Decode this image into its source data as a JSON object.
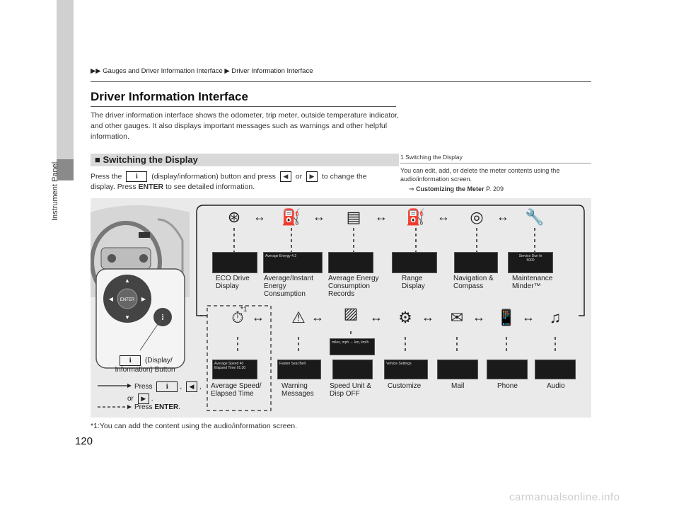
{
  "breadcrumb": {
    "part1": "Gauges and Driver Information Interface",
    "part2": "Driver Information Interface"
  },
  "side_label": "Instrument Panel",
  "page_title": "Driver Information Interface",
  "intro": "The driver information interface shows the odometer, trip meter, outside temperature indicator, and other gauges. It also displays important messages such as warnings and other helpful information.",
  "section": {
    "heading": "Switching the Display",
    "instr_a": "Press the",
    "instr_b": "(display/information) button and press",
    "instr_c": "or",
    "instr_d": "to change the",
    "instr_e": "display. Press",
    "instr_enter": "ENTER",
    "instr_f": "to see detailed information."
  },
  "note": {
    "title": "Switching the Display",
    "text": "You can edit, add, or delete the meter contents using the audio/information screen.",
    "ref_title": "Customizing the Meter",
    "ref_page": "P. 209"
  },
  "diagram": {
    "top_items": [
      {
        "label": "ECO Drive Display",
        "icon": "steering-wheel-icon"
      },
      {
        "label": "Average/Instant Energy Consumption",
        "icon": "fuel-pump-plug-icon"
      },
      {
        "label": "Average Energy Consumption Records",
        "icon": "bar-chart-icon"
      },
      {
        "label": "Range Display",
        "icon": "fuel-pump-icon"
      },
      {
        "label": "Navigation & Compass",
        "icon": "compass-icon"
      },
      {
        "label": "Maintenance Minder™",
        "icon": "wrench-icon"
      }
    ],
    "bottom_items": [
      {
        "label": "Average Speed/ Elapsed Time",
        "icon": "speed-time-icon"
      },
      {
        "label": "Warning Messages",
        "icon": "warning-icon"
      },
      {
        "label": "Speed Unit & Disp OFF",
        "icon": "speed-unit-icon"
      },
      {
        "label": "Customize",
        "icon": "gear-icon"
      },
      {
        "label": "Mail",
        "icon": "mail-icon"
      },
      {
        "label": "Phone",
        "icon": "phone-icon"
      },
      {
        "label": "Audio",
        "icon": "music-icon"
      }
    ],
    "screens": {
      "avg_energy": "Average Energy",
      "avg_energy_val": "4.2",
      "service": "Service Due In",
      "service_val": "5000",
      "avg_speed": "Average Speed",
      "avg_speed_val": "40",
      "elapsed": "Elapsed Time",
      "elapsed_val": "01:30",
      "fasten": "Fasten Seat Belt",
      "speed_units": "miles, mph  ↔  km, km/h",
      "vehicle_settings": "Vehicle Settings"
    },
    "star_marker": "*1",
    "button_label": "(Display/ Information) Button",
    "legend_press": "Press",
    "legend_or": "or",
    "legend_press_enter": "Press",
    "legend_enter": "ENTER"
  },
  "footnote": "*1:You can add the content using the audio/information screen.",
  "page_number": "120",
  "watermark": "carmanualsonline.info"
}
